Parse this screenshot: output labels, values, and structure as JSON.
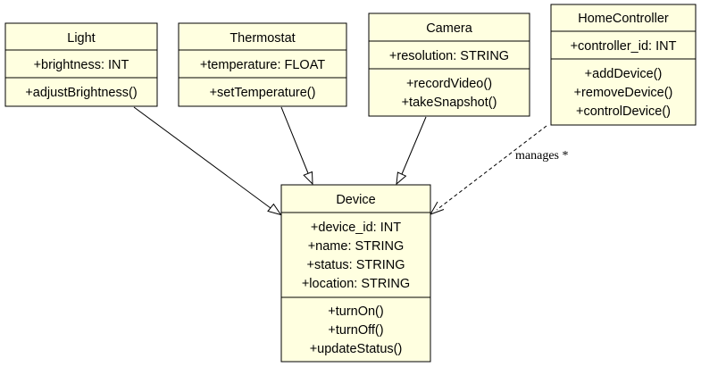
{
  "classes": {
    "light": {
      "name": "Light",
      "attributes": [
        "+brightness: INT"
      ],
      "methods": [
        "+adjustBrightness()"
      ]
    },
    "thermostat": {
      "name": "Thermostat",
      "attributes": [
        "+temperature: FLOAT"
      ],
      "methods": [
        "+setTemperature()"
      ]
    },
    "camera": {
      "name": "Camera",
      "attributes": [
        "+resolution: STRING"
      ],
      "methods": [
        "+recordVideo()",
        "+takeSnapshot()"
      ]
    },
    "home_controller": {
      "name": "HomeController",
      "attributes": [
        "+controller_id: INT"
      ],
      "methods": [
        "+addDevice()",
        "+removeDevice()",
        "+controlDevice()"
      ]
    },
    "device": {
      "name": "Device",
      "attributes": [
        "+device_id: INT",
        "+name: STRING",
        "+status: STRING",
        "+location: STRING"
      ],
      "methods": [
        "+turnOn()",
        "+turnOff()",
        "+updateStatus()"
      ]
    }
  },
  "relations": {
    "manages_label": "manages *"
  },
  "colors": {
    "class_fill": "#ffffe0",
    "stroke": "#000000"
  }
}
